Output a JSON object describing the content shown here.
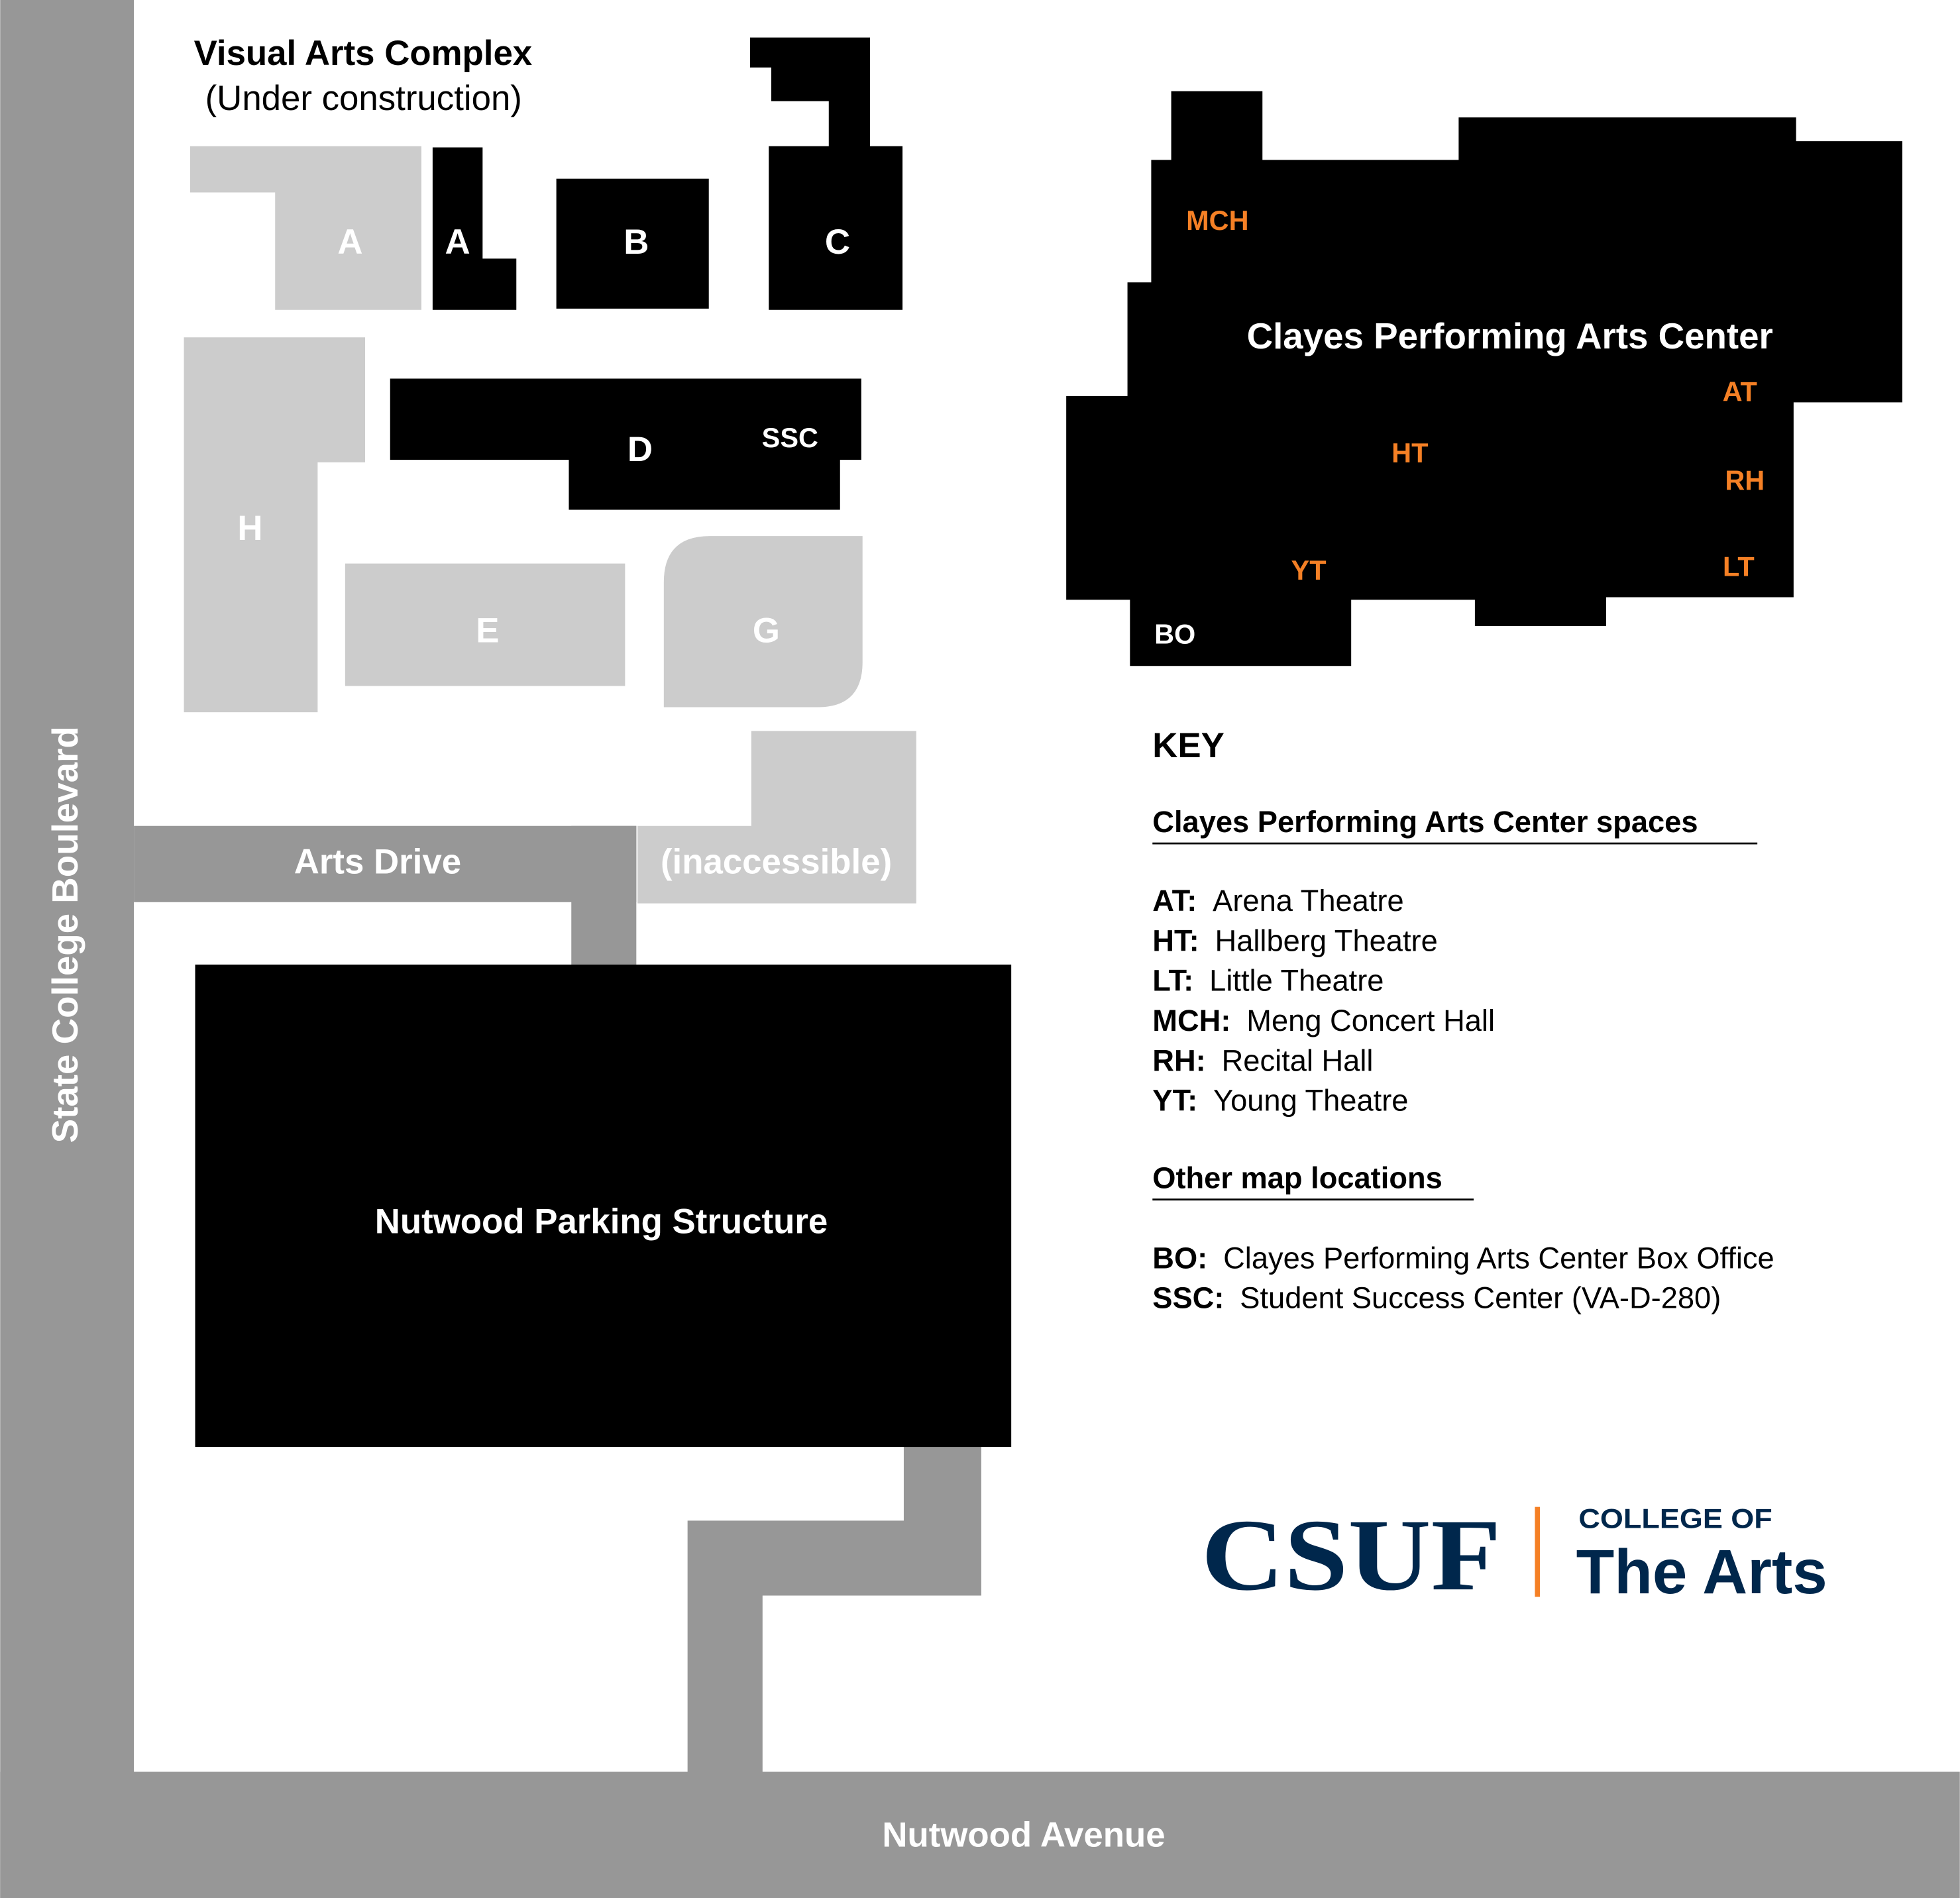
{
  "colors": {
    "background": "#ffffff",
    "road": "#979797",
    "building": "#000000",
    "construction": "#cccccc",
    "accent": "#f58025",
    "brand": "#00274c",
    "label_light": "#ffffff",
    "text": "#000000"
  },
  "roads": {
    "state_college": "State College Boulevard",
    "nutwood_ave": "Nutwood Avenue",
    "arts_drive": "Arts Drive"
  },
  "visual_arts": {
    "title": "Visual Arts Complex",
    "subtitle": "(Under construction)",
    "inaccessible": "(inaccessible)",
    "buildings": {
      "a_gray": "A",
      "a": "A",
      "b": "B",
      "c": "C",
      "d": "D",
      "ssc": "SSC",
      "e": "E",
      "g": "G",
      "h": "H"
    }
  },
  "clayes": {
    "title": "Clayes Performing Arts Center",
    "spaces": {
      "mch": "MCH",
      "at": "AT",
      "ht": "HT",
      "rh": "RH",
      "yt": "YT",
      "lt": "LT",
      "bo": "BO"
    }
  },
  "parking": {
    "title": "Nutwood Parking Structure"
  },
  "key": {
    "title": "KEY",
    "spaces_heading": "Clayes Performing Arts Center spaces",
    "spaces": [
      {
        "code": "AT:",
        "name": "Arena Theatre"
      },
      {
        "code": "HT:",
        "name": "Hallberg Theatre"
      },
      {
        "code": "LT:",
        "name": "Little Theatre"
      },
      {
        "code": "MCH:",
        "name": "Meng Concert Hall"
      },
      {
        "code": "RH:",
        "name": "Recital Hall"
      },
      {
        "code": "YT:",
        "name": "Young Theatre"
      }
    ],
    "other_heading": "Other map locations",
    "other": [
      {
        "code": "BO:",
        "name": "Clayes Performing Arts Center Box Office"
      },
      {
        "code": "SSC:",
        "name": "Student Success Center (VA-D-280)"
      }
    ]
  },
  "logo": {
    "csuf": "CSUF",
    "college_of": "COLLEGE OF",
    "the_arts": "The Arts"
  }
}
